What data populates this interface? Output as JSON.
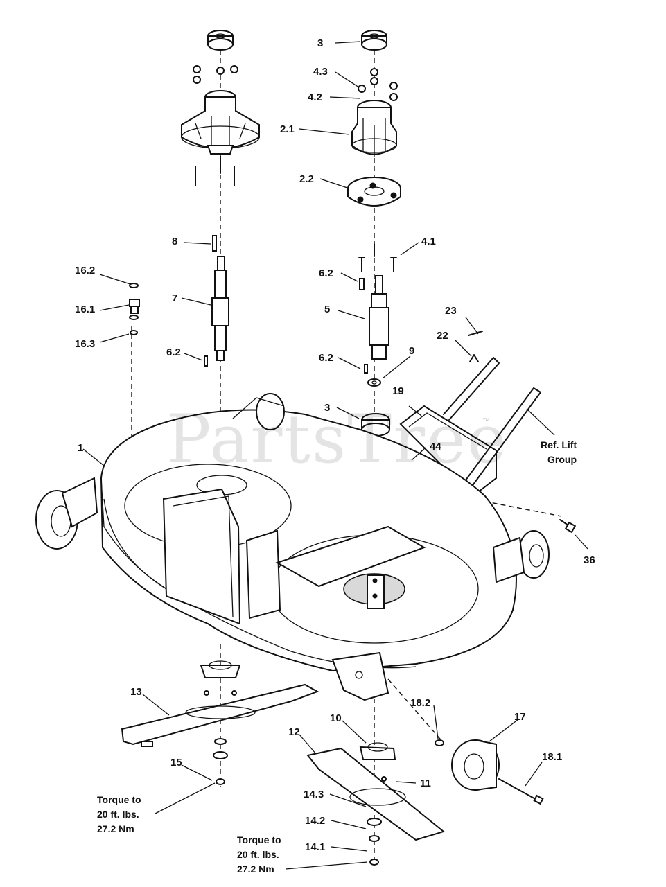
{
  "labels": {
    "l1": "1",
    "l2_1": "2.1",
    "l2_2": "2.2",
    "l3a": "3",
    "l3b": "3",
    "l4_1": "4.1",
    "l4_2": "4.2",
    "l4_3": "4.3",
    "l5": "5",
    "l6_2a": "6.2",
    "l6_2b": "6.2",
    "l6_2c": "6.2",
    "l7": "7",
    "l8": "8",
    "l9": "9",
    "l10": "10",
    "l11": "11",
    "l12": "12",
    "l13": "13",
    "l14_1": "14.1",
    "l14_2": "14.2",
    "l14_3": "14.3",
    "l15": "15",
    "l16_1": "16.1",
    "l16_2": "16.2",
    "l16_3": "16.3",
    "l17": "17",
    "l18_1": "18.1",
    "l18_2": "18.2",
    "l19": "19",
    "l22": "22",
    "l23": "23",
    "l36": "36",
    "l44": "44"
  },
  "ref_lift": {
    "line1": "Ref. Lift",
    "line2": "Group"
  },
  "torque_left": {
    "line1": "Torque to",
    "line2": "20 ft. lbs.",
    "line3": "27.2 Nm"
  },
  "torque_right": {
    "line1": "Torque to",
    "line2": "20 ft. lbs.",
    "line3": "27.2 Nm"
  },
  "watermark": {
    "text": "PartsTree",
    "mark": "™"
  }
}
